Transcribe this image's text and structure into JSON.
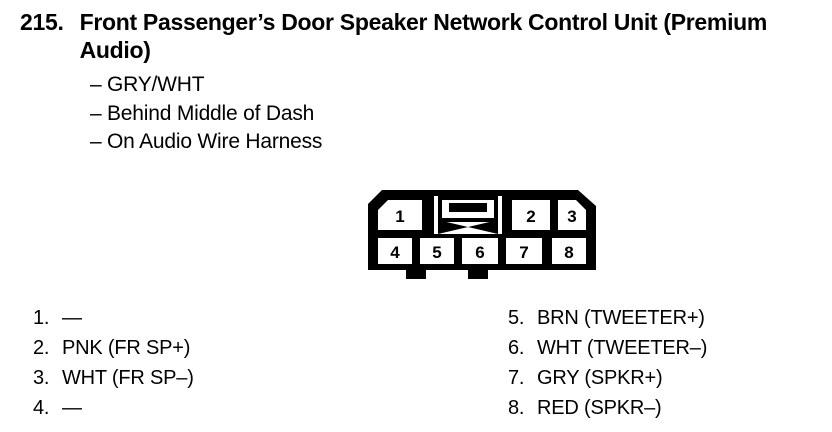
{
  "heading": {
    "number": "215.",
    "title": "Front Passenger’s Door Speaker Network Control Unit (Premium Audio)"
  },
  "bullets": [
    {
      "dash": "–",
      "text": "GRY/WHT"
    },
    {
      "dash": "–",
      "text": "Behind Middle of Dash"
    },
    {
      "dash": "–",
      "text": "On Audio Wire Harness"
    }
  ],
  "connector": {
    "name": "8-pin-connector-face-view",
    "top_row": [
      "1",
      "",
      "2",
      "3"
    ],
    "bottom_row": [
      "4",
      "5",
      "6",
      "7",
      "8"
    ],
    "locking_tab_label": "",
    "stroke_color": "#000000",
    "fill_color": "#ffffff"
  },
  "legend": {
    "left": [
      {
        "index": "1.",
        "value": "—"
      },
      {
        "index": "2.",
        "value": "PNK (FR SP+)"
      },
      {
        "index": "3.",
        "value": "WHT (FR SP–)"
      },
      {
        "index": "4.",
        "value": "—"
      }
    ],
    "right": [
      {
        "index": "5.",
        "value": "BRN (TWEETER+)"
      },
      {
        "index": "6.",
        "value": "WHT (TWEETER–)"
      },
      {
        "index": "7.",
        "value": "GRY (SPKR+)"
      },
      {
        "index": "8.",
        "value": "RED (SPKR–)"
      }
    ]
  }
}
